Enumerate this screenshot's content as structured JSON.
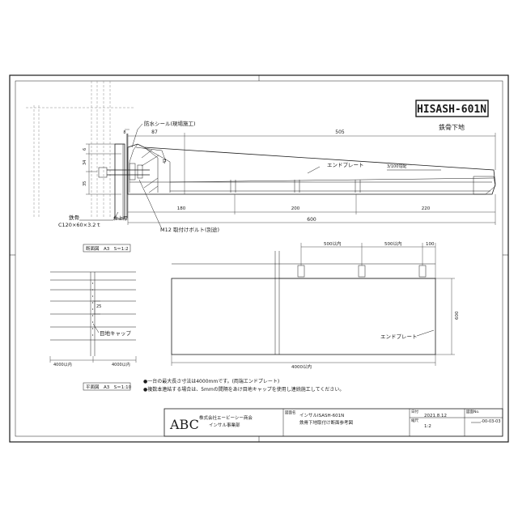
{
  "title_box": {
    "code": "HISASH-601N",
    "subtitle": "鉄骨下地"
  },
  "section_view": {
    "label_waterproof": "防水シール(現場施工)",
    "label_endplate": "エンドプレート",
    "label_slope": "3/100勾配",
    "label_bolt": "M12 取付けボルト(別途)",
    "label_steel_1": "鉄骨",
    "label_steel_2": "C120×60×3.2ｔ",
    "label_finish": "仕上厚",
    "dims": {
      "top_87": "87",
      "top_505": "505",
      "top_8": "8",
      "left_6": "6",
      "left_34": "34",
      "left_35": "35",
      "left_41": "41",
      "bot_180": "180",
      "bot_200": "200",
      "bot_220": "220",
      "bot_600": "600"
    }
  },
  "caption_section": "断面図　A3　S＝1:2",
  "plan_view": {
    "label_joint_cap": "目地キャップ",
    "dim_25": "25",
    "dim_left": "4000以内",
    "dim_right": "4000以内"
  },
  "elevation_view": {
    "dim_top_1": "500以内",
    "dim_top_2": "500以内",
    "dim_top_3": "100",
    "dim_height": "600",
    "label_endplate": "エンドプレート",
    "dim_bottom": "4000以内"
  },
  "caption_plan": "平面図　A3　S＝1:10",
  "notes": [
    "●一台の最大長さ寸法は4000mmです。(両端エンドプレート)",
    "●複数本連結する場合は、5mmの間隔をあけ目地キャップを使用し連続施工してください。"
  ],
  "titleblock": {
    "company_1": "株式会社エービーシー商会",
    "company_2": "インサル事業部",
    "drawing_name_label": "図面名",
    "drawing_name_1": "インサルISASH-601N",
    "drawing_name_2": "鉄骨下地取付け断面参考図",
    "date_label": "日付",
    "date": "2021.8.12",
    "scale_label": "縮尺",
    "scale": "1:2",
    "dwg_no_label": "図面No.",
    "dwg_no": "-00-03-03"
  }
}
